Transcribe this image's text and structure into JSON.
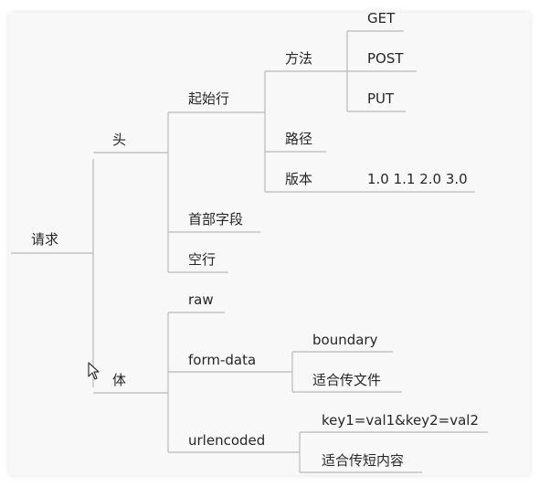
{
  "root": {
    "label": "请求"
  },
  "head": {
    "label": "头",
    "start_line": {
      "label": "起始行",
      "method": {
        "label": "方法",
        "items": [
          "GET",
          "POST",
          "PUT"
        ]
      },
      "path": {
        "label": "路径"
      },
      "version": {
        "label": "版本",
        "values": "1.0 1.1 2.0 3.0"
      }
    },
    "header_fields": {
      "label": "首部字段"
    },
    "empty_line": {
      "label": "空行"
    }
  },
  "body": {
    "label": "体",
    "raw": {
      "label": "raw"
    },
    "form_data": {
      "label": "form-data",
      "children": [
        "boundary",
        "适合传文件"
      ]
    },
    "urlencoded": {
      "label": "urlencoded",
      "children": [
        "key1=val1&key2=val2",
        "适合传短内容"
      ]
    }
  },
  "cursor": {
    "icon": "mouse-pointer-icon"
  }
}
